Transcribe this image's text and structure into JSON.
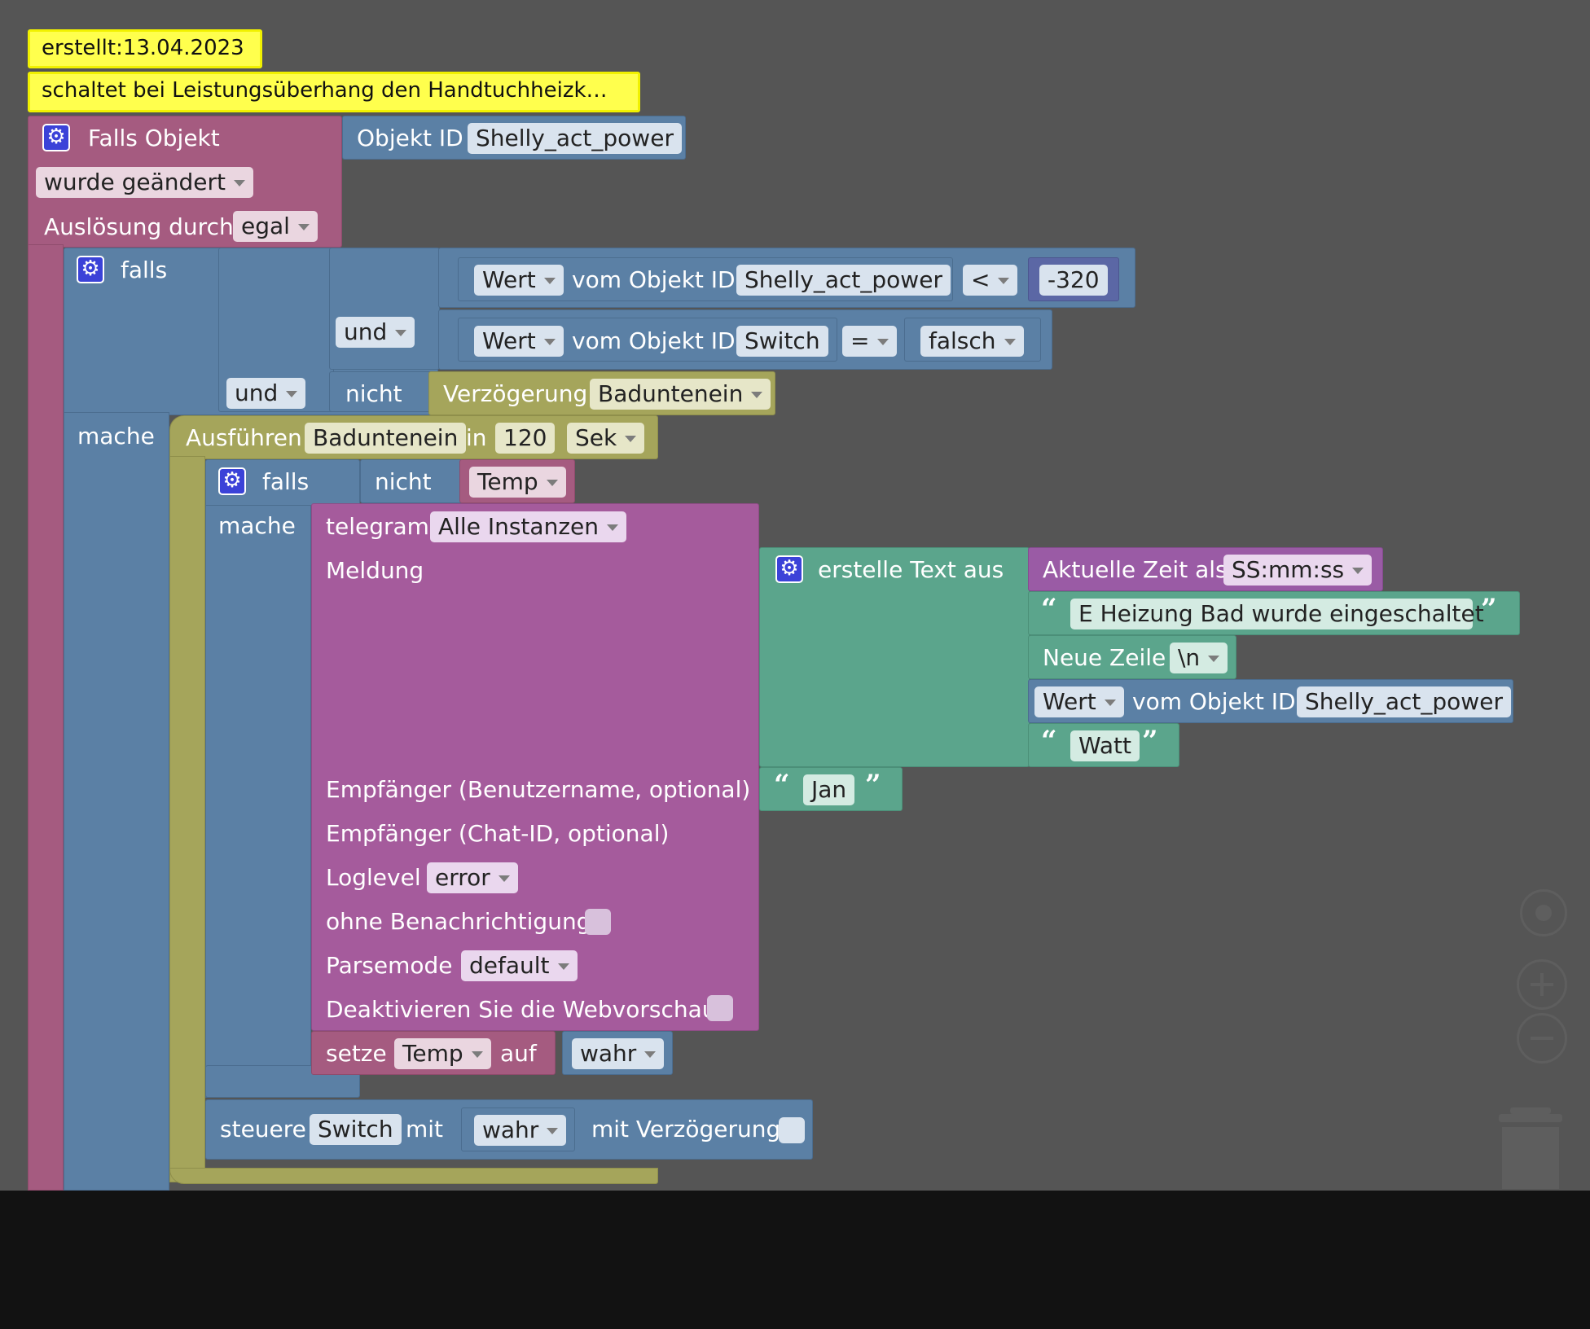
{
  "comments": {
    "created": "erstellt:13.04.2023",
    "description": "schaltet bei Leistungsüberhang den Handtuchheizk…"
  },
  "trigger": {
    "title": "Falls Objekt",
    "object_id_label": "Objekt ID",
    "object_id": "Shelly_act_power",
    "changed": "wurde geändert",
    "triggered_by_label": "Auslösung durch",
    "triggered_by": "egal"
  },
  "if_block": {
    "falls": "falls",
    "mache": "mache",
    "and1": "und",
    "and2": "und",
    "nicht": "nicht",
    "cond1": {
      "wert": "Wert",
      "label": "vom Objekt ID",
      "object": "Shelly_act_power",
      "op": "<",
      "value": "-320"
    },
    "cond2": {
      "wert": "Wert",
      "label": "vom Objekt ID",
      "object": "Switch",
      "op": "=",
      "value": "falsch"
    },
    "delay": {
      "label": "Verzögerung",
      "name": "Baduntenein"
    }
  },
  "execute": {
    "label": "Ausführen",
    "name": "Baduntenein",
    "in_label": "in",
    "time": "120",
    "unit": "Sek"
  },
  "inner_if": {
    "falls": "falls",
    "nicht": "nicht",
    "var": "Temp",
    "mache": "mache"
  },
  "telegram": {
    "label": "telegram",
    "instance": "Alle Instanzen",
    "message_label": "Meldung",
    "recipient_name_label": "Empfänger (Benutzername, optional)",
    "recipient_chat_label": "Empfänger (Chat-ID, optional)",
    "loglevel_label": "Loglevel",
    "loglevel": "error",
    "silent_label": "ohne Benachrichtigung",
    "parsemode_label": "Parsemode",
    "parsemode": "default",
    "disable_preview_label": "Deaktivieren Sie die Webvorschau",
    "recipient_name": "Jan"
  },
  "text_join": {
    "label": "erstelle Text aus",
    "time_label": "Aktuelle Zeit als",
    "time_format": "SS:mm:ss",
    "text1": "E Heizung Bad wurde eingeschaltet",
    "newline_label": "Neue Zeile",
    "newline_value": "\\n",
    "wert": "Wert",
    "value_label": "vom Objekt ID",
    "value_object": "Shelly_act_power",
    "text2": "Watt"
  },
  "set_var": {
    "label": "setze",
    "var": "Temp",
    "to_label": "auf",
    "value": "wahr"
  },
  "control": {
    "label": "steuere",
    "object": "Switch",
    "with_label": "mit",
    "value": "wahr",
    "delay_label": "mit Verzögerung"
  },
  "workspace_controls": [
    "center-icon",
    "zoom-in-icon",
    "zoom-out-icon",
    "trash-icon"
  ]
}
